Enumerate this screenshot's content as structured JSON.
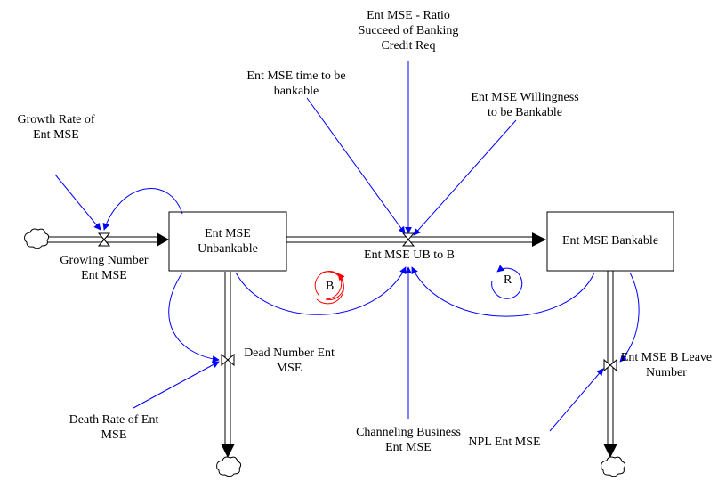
{
  "stocks": {
    "unbankable": "Ent MSE\nUnbankable",
    "bankable": "Ent MSE Bankable"
  },
  "flows": {
    "growing": "Growing Number\nEnt MSE",
    "dead": "Dead Number Ent\nMSE",
    "ub_to_b": "Ent MSE UB to B",
    "b_leave": "Ent MSE B Leave\nNumber"
  },
  "variables": {
    "growth_rate": "Growth Rate of\nEnt MSE",
    "death_rate": "Death Rate of Ent\nMSE",
    "time_to_bankable": "Ent MSE time to be\nbankable",
    "ratio_succeed": "Ent MSE - Ratio\nSucceed of Banking\nCredit Req",
    "willingness": "Ent MSE Willingness\nto be Bankable",
    "channeling": "Channeling Business\nEnt MSE",
    "npl": "NPL Ent MSE"
  },
  "loops": {
    "balancing": "B",
    "reinforcing": "R"
  },
  "colors": {
    "link": "#0000ff",
    "balancing_loop": "#ff0000",
    "reinforcing_loop": "#0000ff",
    "stock_border": "#000000",
    "flow_pipe": "#000000"
  }
}
